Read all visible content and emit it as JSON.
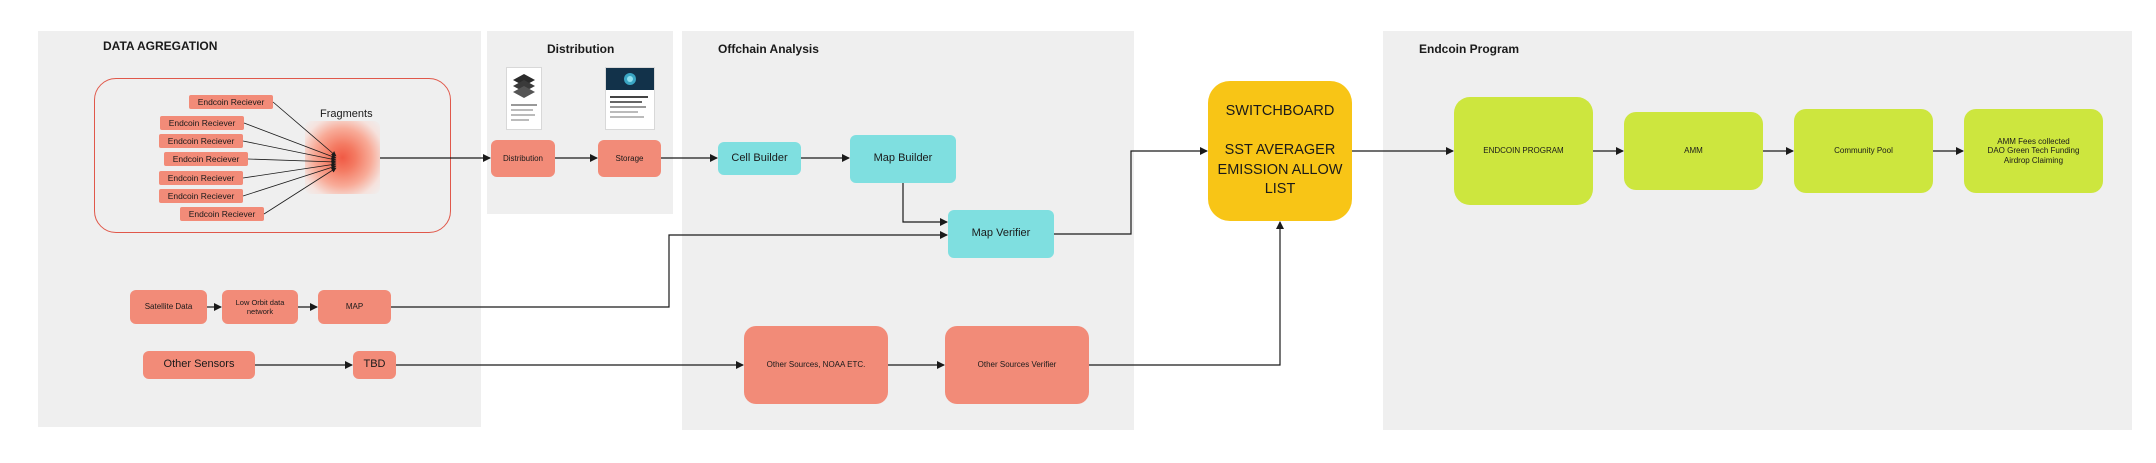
{
  "panels": {
    "data_aggregation": "DATA AGREGATION",
    "distribution": "Distribution",
    "offchain_analysis": "Offchain Analysis",
    "endcoin_program": "Endcoin Program"
  },
  "aggregation": {
    "receivers": [
      "Endcoin Reciever",
      "Endcoin Reciever",
      "Endcoin Reciever",
      "Endcoin Reciever",
      "Endcoin Reciever",
      "Endcoin Reciever",
      "Endcoin Reciever"
    ],
    "fragments_label": "Fragments",
    "satellite_data": "Satellite Data",
    "low_orbit": "Low Orbit data\nnetwork",
    "map": "MAP",
    "other_sensors": "Other Sensors",
    "tbd": "TBD"
  },
  "distribution": {
    "distribution": "Distribution",
    "storage": "Storage"
  },
  "offchain": {
    "cell_builder": "Cell Builder",
    "map_builder": "Map Builder",
    "map_verifier": "Map Verifier",
    "other_sources": "Other Sources, NOAA ETC.",
    "other_sources_verifier": "Other Sources Verifier"
  },
  "switchboard": "SWITCHBOARD\n\nSST AVERAGER\nEMISSION ALLOW\nLIST",
  "endcoin": {
    "program": "ENDCOIN PROGRAM",
    "amm": "AMM",
    "community_pool": "Community Pool",
    "fees": "AMM Fees collected\nDAO Green Tech Funding\nAirdrop Claiming"
  },
  "colors": {
    "salmon": "#f28b78",
    "cyan": "#7fdfe0",
    "lime": "#cde63e",
    "gold": "#f8c516",
    "panel": "#efefef"
  }
}
